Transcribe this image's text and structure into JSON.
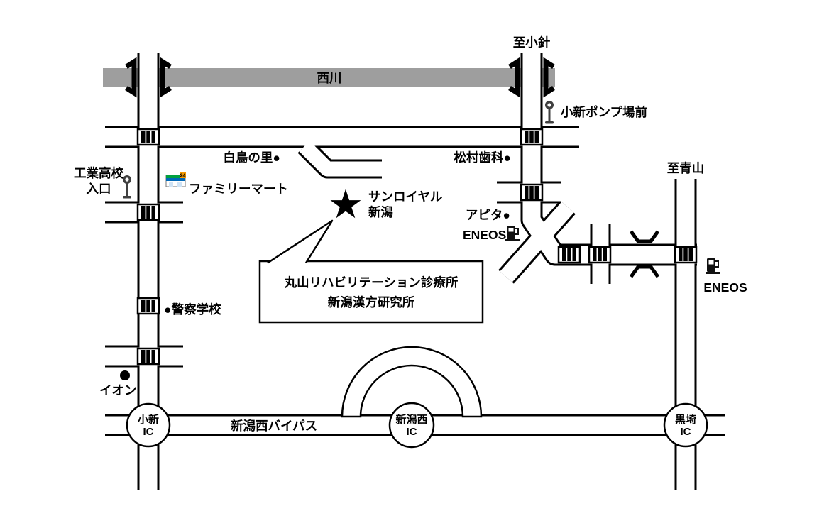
{
  "colors": {
    "orange": "#ea5504",
    "river_gray": "#9e9e9e",
    "fm_green": "#00a040",
    "fm_blue": "#0068b7",
    "fm_tag": "#f39800"
  },
  "icons": {
    "star": "★",
    "dot": "●"
  },
  "river": {
    "name": "西川"
  },
  "directions": {
    "to_kobari": "至小針",
    "to_aoyama": "至青山"
  },
  "bus_stops": {
    "koshin_pump_mae": "小新ポンプ場前",
    "kogyo_koko_line1": "工業高校",
    "kogyo_koko_line2": "入口"
  },
  "landmarks": {
    "shiratori_no_sato": "白鳥の里●",
    "matsumura_dental": "松村歯科●",
    "familymart": "ファミリーマート",
    "familymart_sign": "24",
    "sun_royal_line1": "サンロイヤル",
    "sun_royal_line2": "新潟",
    "apita": "アピタ●",
    "eneos_apita": "ENEOS",
    "eneos_aoyama": "ENEOS",
    "police_school": "●警察学校",
    "aeon": "イオン"
  },
  "clinic_callout": {
    "line1": "丸山リハビリテーション診療所",
    "line2": "新潟漢方研究所"
  },
  "bypass": {
    "name": "新潟西バイパス",
    "koshin_ic": [
      "小新",
      "IC"
    ],
    "niigata_nishi_ic": [
      "新潟西",
      "IC"
    ],
    "kurosaki_ic": [
      "黒埼",
      "IC"
    ]
  }
}
